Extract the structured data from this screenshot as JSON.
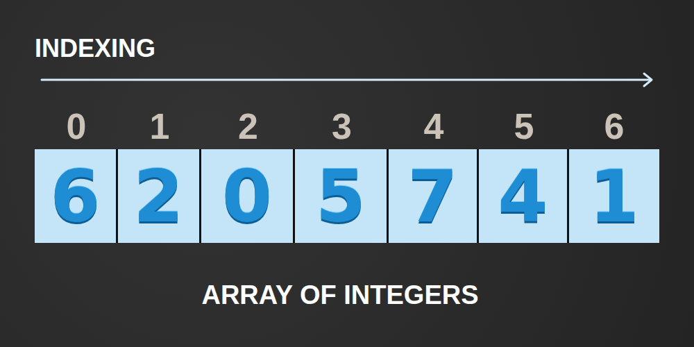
{
  "diagram": {
    "title": "INDEXING",
    "caption": "ARRAY OF INTEGERS",
    "nodes": [
      {
        "text": [
          "6"
        ]
      },
      {
        "text": [
          "2"
        ]
      },
      {
        "text": [
          "0"
        ]
      },
      {
        "text": [
          "5"
        ]
      },
      {
        "text": [
          "7"
        ]
      },
      {
        "text": [
          "4"
        ]
      },
      {
        "text": [
          "1"
        ]
      }
    ],
    "labels": [
      "0",
      "1",
      "2",
      "3",
      "4",
      "5",
      "6"
    ]
  }
}
